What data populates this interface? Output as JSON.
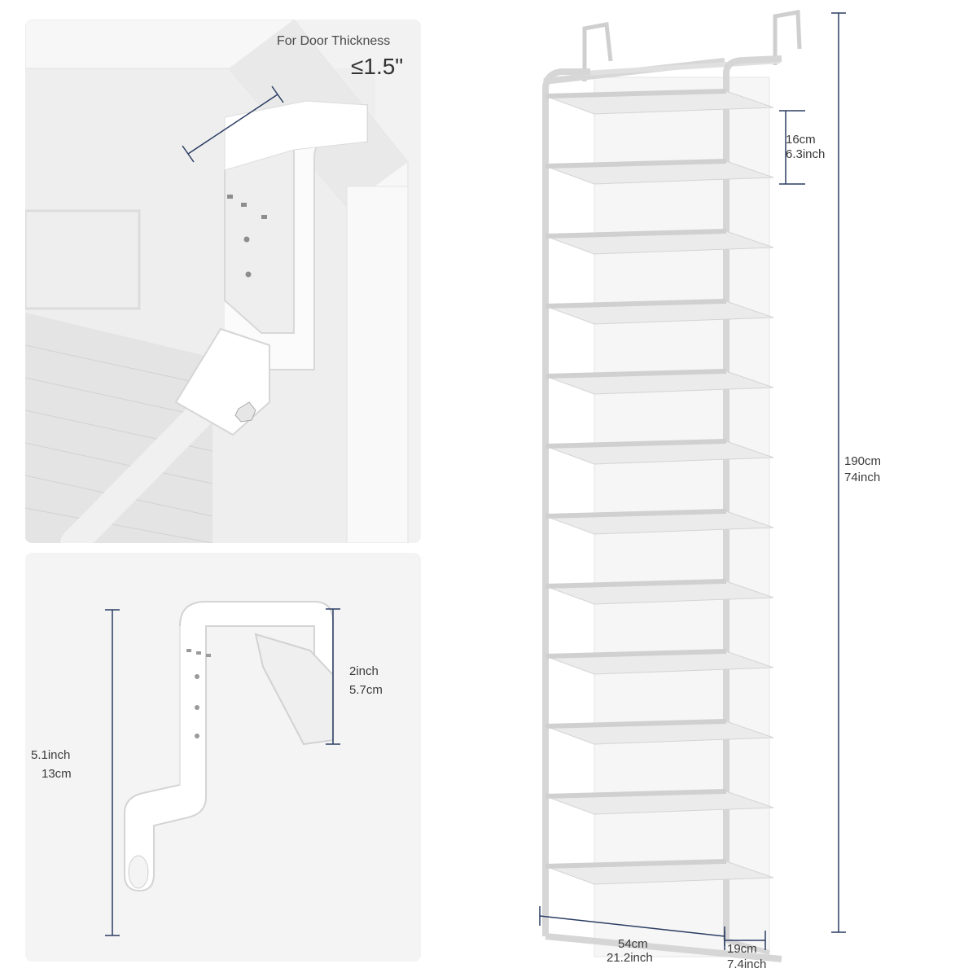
{
  "door_detail": {
    "label": "For Door Thickness",
    "value": "≤1.5\""
  },
  "hook_detail": {
    "gap": {
      "imperial": "2inch",
      "metric": "5.7cm"
    },
    "height": {
      "imperial": "5.1inch",
      "metric": "13cm"
    }
  },
  "rack": {
    "shelf_spacing": {
      "metric": "16cm",
      "imperial": "6.3inch"
    },
    "height": {
      "metric": "190cm",
      "imperial": "74inch"
    },
    "width": {
      "metric": "54cm",
      "imperial": "21.2inch"
    },
    "depth": {
      "metric": "19cm",
      "imperial": "7.4inch"
    },
    "shelf_count": 12
  },
  "colors": {
    "dimension_line": "#2b3d63",
    "frame": "#d9d9d9",
    "panel_bg": "#f2f2f2"
  }
}
